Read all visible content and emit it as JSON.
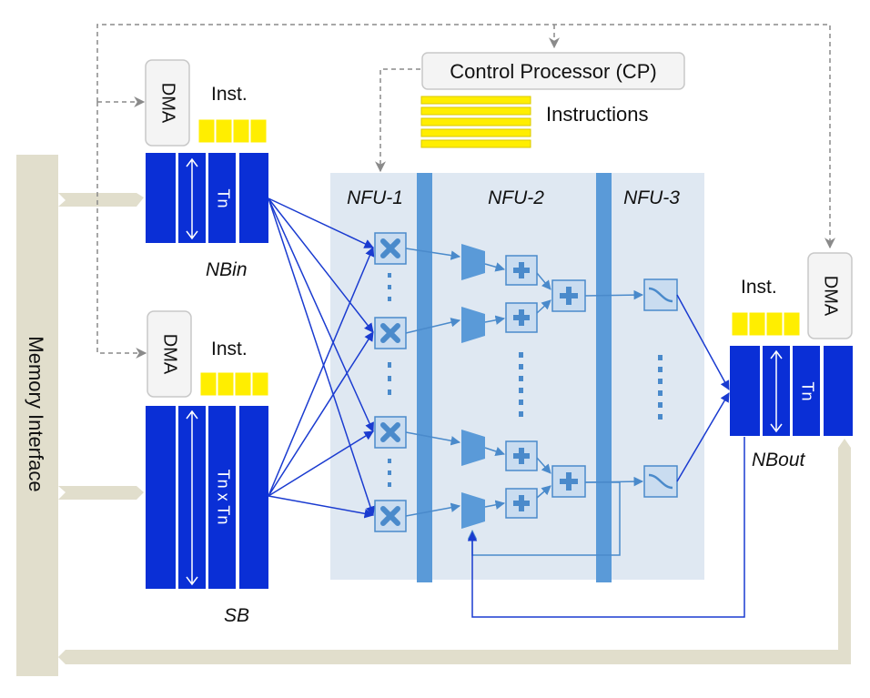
{
  "labels": {
    "control_processor": "Control Processor (CP)",
    "instructions": "Instructions",
    "dma": "DMA",
    "inst": "Inst.",
    "tn": "Tn",
    "tn_x_tn": "Tn x Tn",
    "nbin": "NBin",
    "sb": "SB",
    "nbout": "NBout",
    "nfu1": "NFU-1",
    "nfu2": "NFU-2",
    "nfu3": "NFU-3",
    "memory_interface": "Memory Interface"
  },
  "colors": {
    "buffer_blue": "#0a2fd6",
    "instruction_yellow": "#ffee00",
    "nfu_panel": "#dfe8f2",
    "nfu_divider": "#5a9ad8",
    "op_box_fill": "#c9dcf0",
    "op_box_stroke": "#4a8acb",
    "memory_bar": "#e1decc",
    "wire_blue": "#1a3bd0",
    "dashed_gray": "#8a8a8a"
  }
}
